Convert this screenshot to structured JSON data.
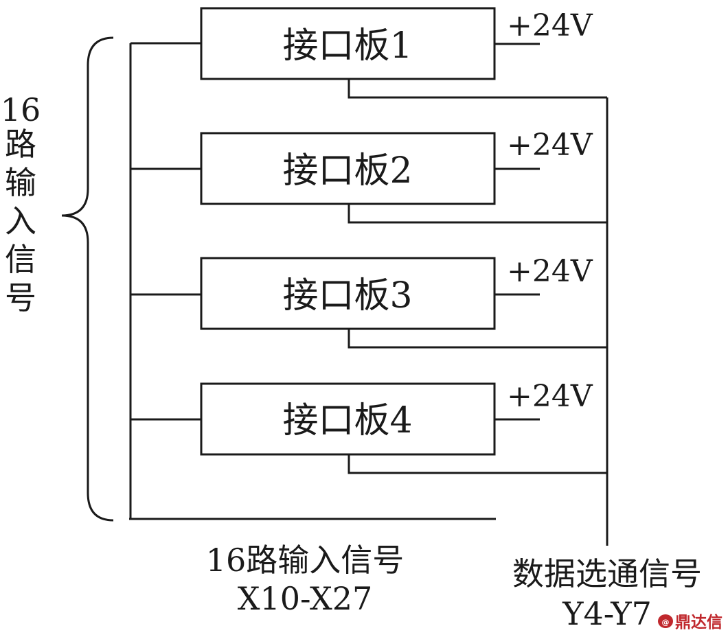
{
  "boards": [
    {
      "label": "接口板1",
      "supply": "+24V"
    },
    {
      "label": "接口板2",
      "supply": "+24V"
    },
    {
      "label": "接口板3",
      "supply": "+24V"
    },
    {
      "label": "接口板4",
      "supply": "+24V"
    }
  ],
  "left_label": {
    "number": "16",
    "chars": [
      "路",
      "输",
      "入",
      "信",
      "号"
    ]
  },
  "bottom_input_label": {
    "line1": "16路输入信号",
    "line2": "X10-X27"
  },
  "bottom_select_label": {
    "line1": "数据选通信号",
    "line2": "Y4-Y7"
  },
  "watermark": {
    "text": "鼎达信",
    "color": "#c0282d"
  }
}
